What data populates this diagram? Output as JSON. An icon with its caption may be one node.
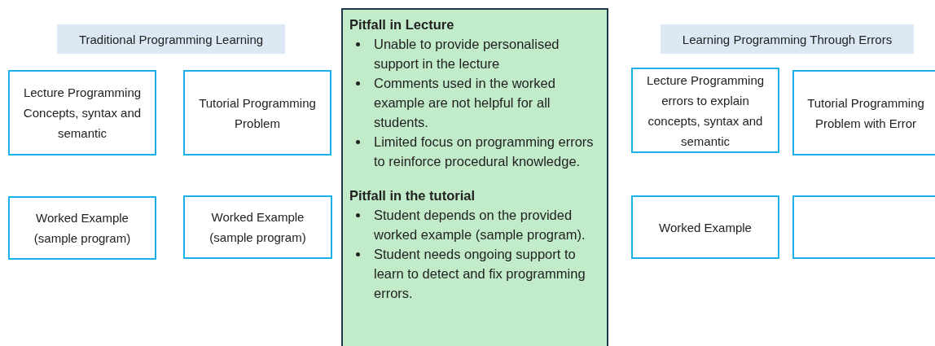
{
  "diagram": {
    "nodes": [
      {
        "text": [
          "Traditional Programming Learning"
        ]
      },
      {
        "text": [
          "Lecture Programming Concepts, syntax and semantic"
        ]
      },
      {
        "text": [
          "Tutorial Programming Problem"
        ]
      },
      {
        "text": [
          "Worked Example (sample program)"
        ]
      },
      {
        "text": [
          "Worked Example (sample program)"
        ]
      },
      {
        "text": [
          "Pitfall in Lecture",
          "Unable to provide personalised support in the lecture",
          "Comments used in the worked example are not helpful for all students.",
          "Limited focus on programming errors to reinforce procedural knowledge.",
          "Pitfall in the tutorial",
          "Student depends on the provided worked example (sample program).",
          "Student needs ongoing support to learn to detect and fix programming errors."
        ]
      },
      {
        "text": [
          "Learning Programming Through Errors"
        ]
      },
      {
        "text": [
          "Lecture Programming errors to explain concepts, syntax and semantic"
        ]
      },
      {
        "text": [
          "Tutorial Programming Problem with Error"
        ]
      },
      {
        "text": [
          "Worked Example"
        ]
      },
      {
        "text": [],
        "shape": "box"
      }
    ]
  }
}
